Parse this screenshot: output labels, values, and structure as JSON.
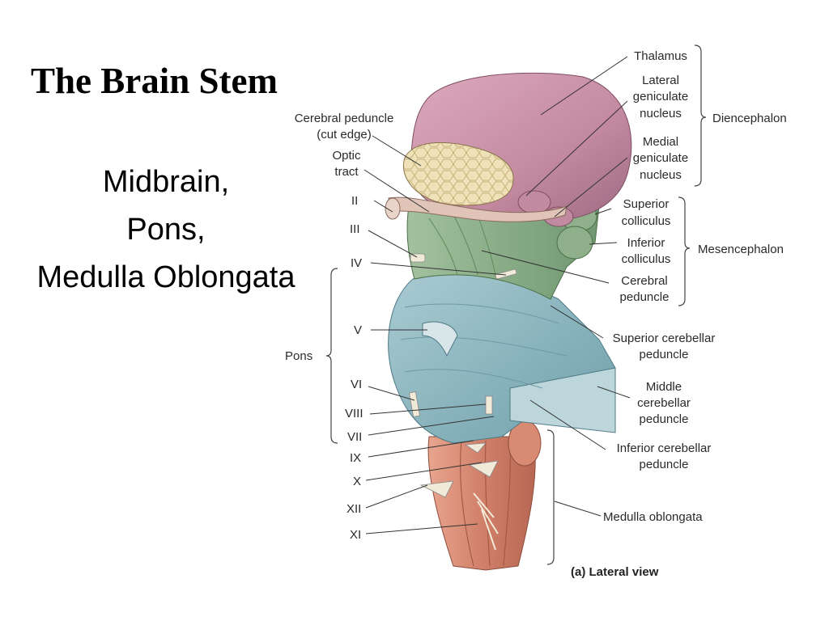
{
  "slide": {
    "title": "The Brain Stem",
    "subtitle_lines": [
      "Midbrain,",
      "Pons,",
      "Medulla Oblongata"
    ]
  },
  "figure": {
    "caption": "(a) Lateral view",
    "labels": {
      "thalamus": "Thalamus",
      "lateral_geniculate": [
        "Lateral",
        "geniculate",
        "nucleus"
      ],
      "medial_geniculate": [
        "Medial",
        "geniculate",
        "nucleus"
      ],
      "diencephalon": "Diencephalon",
      "cerebral_peduncle_cut": [
        "Cerebral peduncle",
        "(cut edge)"
      ],
      "optic_tract": [
        "Optic",
        "tract"
      ],
      "superior_colliculus": [
        "Superior",
        "colliculus"
      ],
      "inferior_colliculus": [
        "Inferior",
        "colliculus"
      ],
      "mesencephalon": "Mesencephalon",
      "cerebral_peduncle": [
        "Cerebral",
        "peduncle"
      ],
      "superior_cerebellar_peduncle": [
        "Superior cerebellar",
        "peduncle"
      ],
      "middle_cerebellar_peduncle": [
        "Middle",
        "cerebellar",
        "peduncle"
      ],
      "inferior_cerebellar_peduncle": [
        "Inferior cerebellar",
        "peduncle"
      ],
      "medulla_oblongata": "Medulla oblongata",
      "pons": "Pons",
      "cranial_nerves": {
        "II": "II",
        "III": "III",
        "IV": "IV",
        "V": "V",
        "VI": "VI",
        "VIII": "VIII",
        "VII": "VII",
        "IX": "IX",
        "X": "X",
        "XII": "XII",
        "XI": "XI"
      }
    },
    "colors": {
      "diencephalon": "#c98fa6",
      "midbrain": "#8fb08a",
      "pons": "#8ab5bf",
      "medulla": "#d98a72",
      "cut_surface": "#efe2b8"
    }
  }
}
